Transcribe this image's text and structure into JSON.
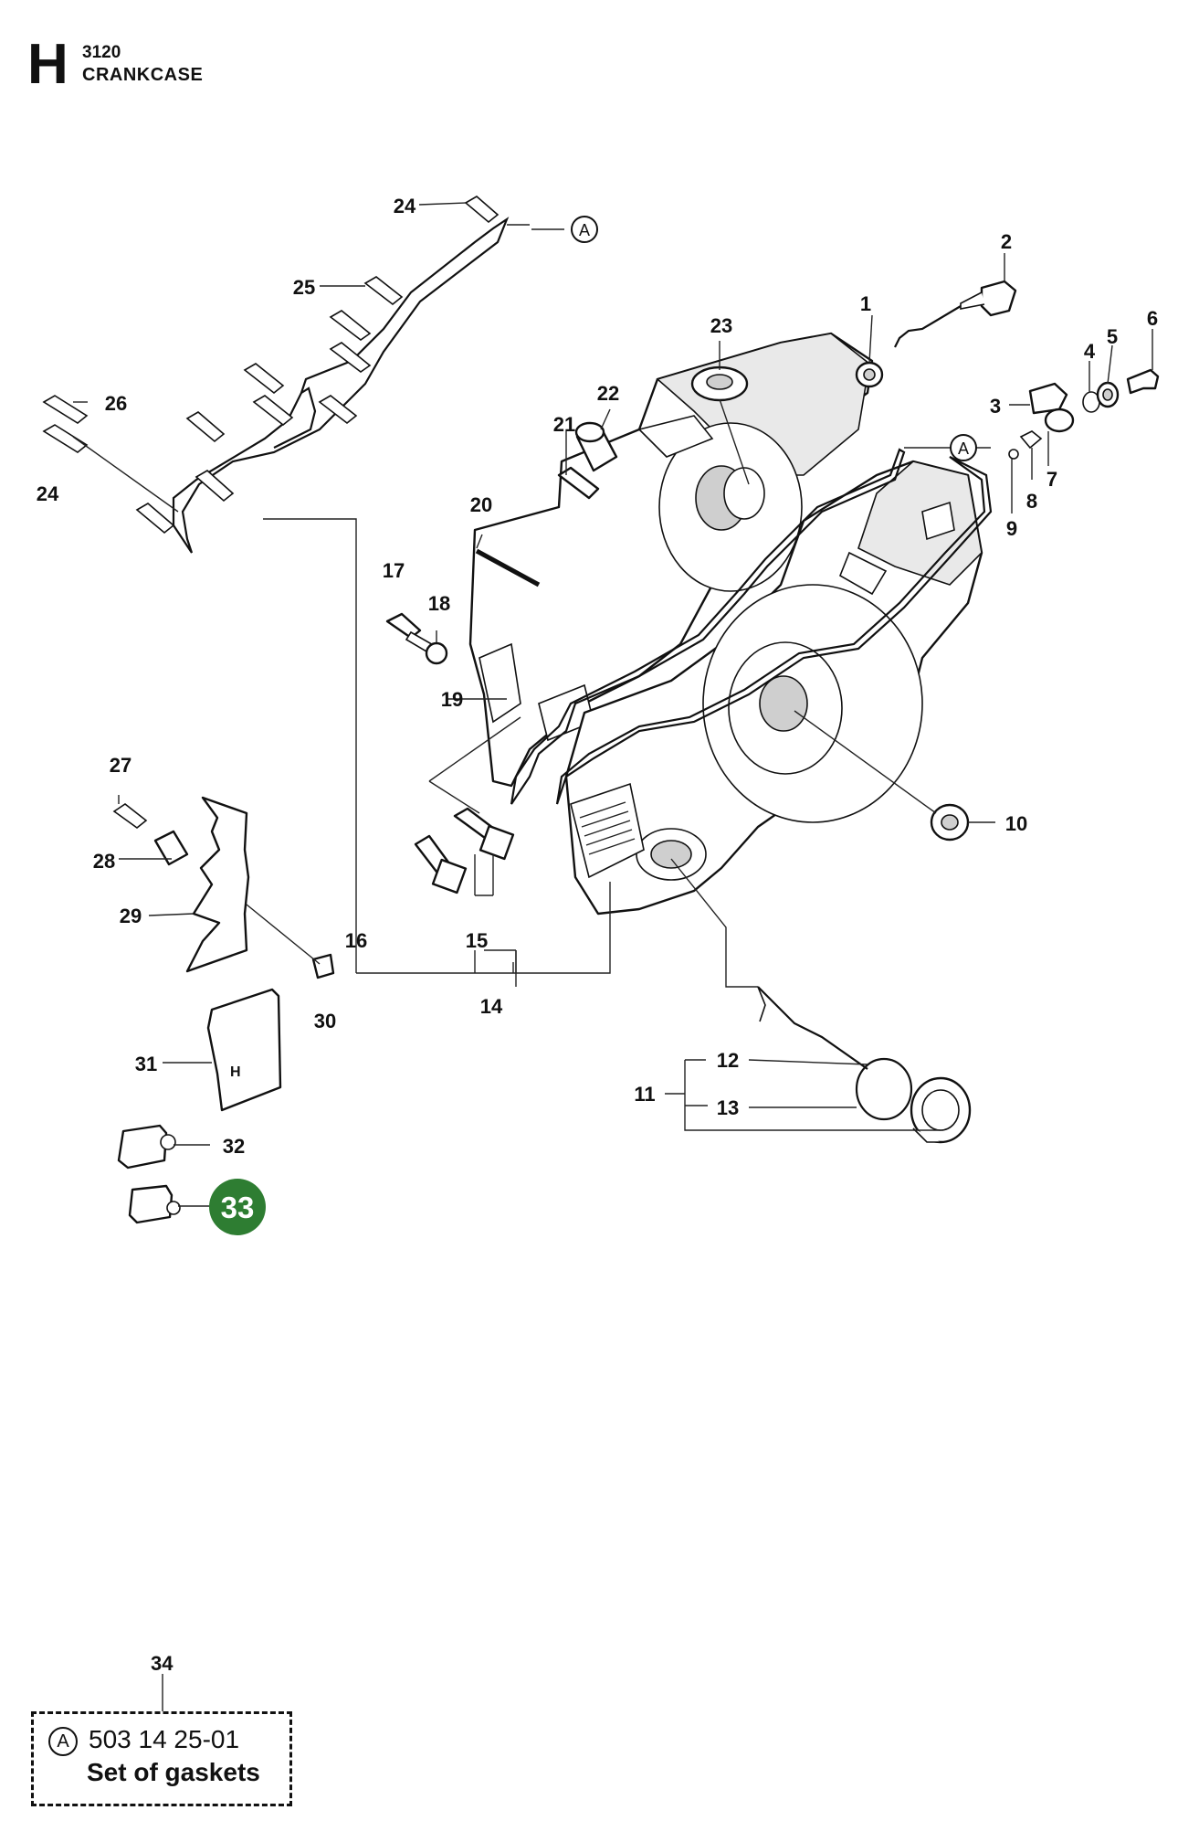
{
  "header": {
    "section_letter": "H",
    "page_code": "3120",
    "title": "CRANKCASE"
  },
  "callouts": {
    "n1": "1",
    "n2": "2",
    "n3": "3",
    "n4": "4",
    "n5": "5",
    "n6": "6",
    "n7": "7",
    "n8": "8",
    "n9": "9",
    "n10": "10",
    "n11": "11",
    "n12": "12",
    "n13": "13",
    "n14": "14",
    "n15": "15",
    "n16": "16",
    "n17": "17",
    "n18": "18",
    "n19": "19",
    "n20": "20",
    "n21": "21",
    "n22": "22",
    "n23": "23",
    "n24": "24",
    "n25": "25",
    "n26": "26",
    "n27": "27",
    "n28": "28",
    "n29": "29",
    "n30": "30",
    "n31": "31",
    "n32": "32",
    "n33": "33",
    "n34": "34",
    "ref_a": "A"
  },
  "highlight": {
    "number": "33",
    "color": "#2e7d32"
  },
  "note": {
    "ref": "A",
    "part_number": "503 14 25-01",
    "description": "Set of gaskets",
    "number": "34"
  }
}
